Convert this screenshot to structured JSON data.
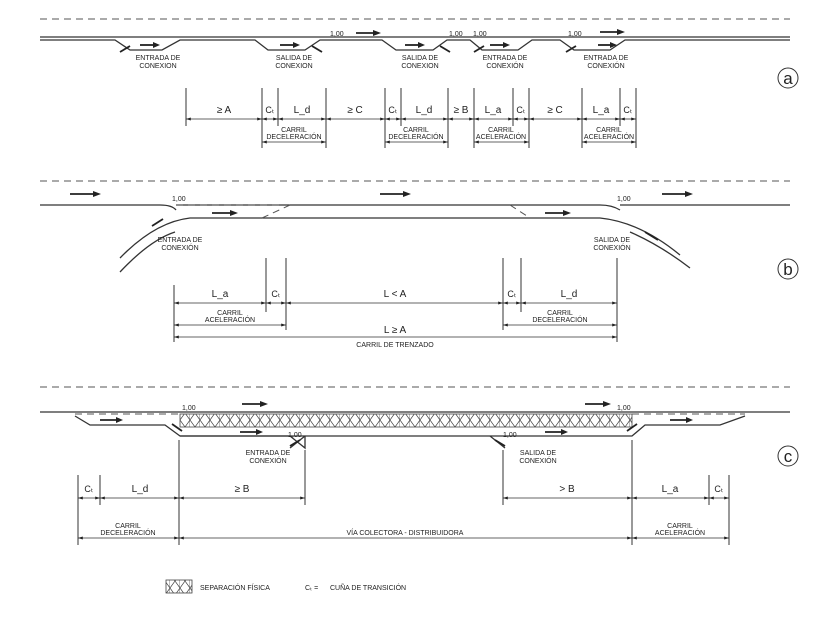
{
  "panel_a": {
    "letter": "a",
    "road_labels": [
      {
        "l1": "ENTRADA DE",
        "l2": "CONEXION"
      },
      {
        "l1": "SALIDA DE",
        "l2": "CONEXION"
      },
      {
        "l1": "SALIDA DE",
        "l2": "CONEXION"
      },
      {
        "l1": "ENTRADA DE",
        "l2": "CONEXIÓN"
      },
      {
        "l1": "ENTRADA DE",
        "l2": "CONEXIÓN"
      }
    ],
    "offsets": [
      "1,00",
      "1,00",
      "1,00",
      "1,00"
    ],
    "segments": [
      "≥ A",
      "Cₜ",
      "L_d",
      "≥ C",
      "Cₜ",
      "L_d",
      "≥ B",
      "L_a",
      "Cₜ",
      "≥ C",
      "L_a",
      "Cₜ"
    ],
    "lanes": [
      {
        "l1": "CARRIL",
        "l2": "DECELERACIÓN"
      },
      {
        "l1": "CARRIL",
        "l2": "DECELERACIÓN"
      },
      {
        "l1": "CARRIL",
        "l2": "ACELERACIÓN"
      },
      {
        "l1": "CARRIL",
        "l2": "ACELERACIÓN"
      }
    ]
  },
  "panel_b": {
    "letter": "b",
    "road_labels": [
      {
        "l1": "ENTRADA DE",
        "l2": "CONEXIÓN"
      },
      {
        "l1": "SALIDA DE",
        "l2": "CONEXIÓN"
      }
    ],
    "offsets": [
      "1,00",
      "1,00"
    ],
    "segments": [
      "L_a",
      "Cₜ",
      "L < A",
      "Cₜ",
      "L_d"
    ],
    "lanes": [
      {
        "l1": "CARRIL",
        "l2": "ACELERACIÓN"
      },
      {
        "l1": "CARRIL",
        "l2": "DECELERACIÓN"
      }
    ],
    "total": "L ≥ A",
    "total_label": "CARRIL DE TRENZADO"
  },
  "panel_c": {
    "letter": "c",
    "road_labels": [
      {
        "l1": "ENTRADA DE",
        "l2": "CONEXIÓN"
      },
      {
        "l1": "SALIDA DE",
        "l2": "CONEXIÓN"
      }
    ],
    "offsets": [
      "1,00",
      "1,00",
      "1,00",
      "1,00"
    ],
    "segments": [
      "Cₜ",
      "L_d",
      "≥ B",
      "> B",
      "L_a",
      "Cₜ"
    ],
    "lanes": [
      {
        "l1": "CARRIL",
        "l2": "DECELERACIÓN"
      },
      {
        "l1": "VÍA COLECTORA - DISTRIBUIDORA",
        "l2": ""
      },
      {
        "l1": "CARRIL",
        "l2": "ACELERACIÓN"
      }
    ]
  },
  "legend": {
    "separation": "SEPARACIÓN FÍSICA",
    "ct_symbol": "Cₜ =",
    "ct_text": "CUÑA DE TRANSICIÓN"
  }
}
